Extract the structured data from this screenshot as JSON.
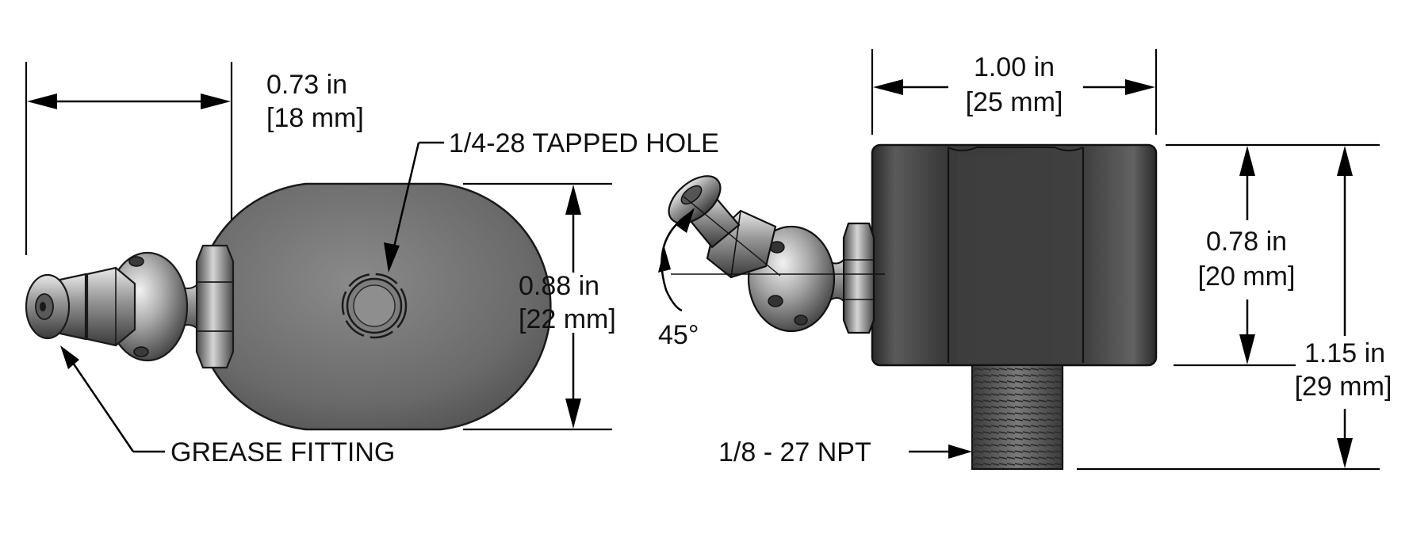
{
  "labels": {
    "fitting_length_in": "0.73 in",
    "fitting_length_mm": "[18 mm]",
    "tapped_hole": "1/4-28 TAPPED HOLE",
    "diameter_in": "0.88 in",
    "diameter_mm": "[22 mm]",
    "grease_fitting": "GREASE FITTING",
    "angle": "45°",
    "width_in": "1.00 in",
    "width_mm": "[25 mm]",
    "body_height_in": "0.78 in",
    "body_height_mm": "[20 mm]",
    "overall_height_in": "1.15 in",
    "overall_height_mm": "[29 mm]",
    "thread": "1/8 - 27 NPT"
  },
  "colors": {
    "line": "#000000",
    "body_dark": "#3c3c3c",
    "disk_face": "#6e6e6e",
    "chrome_light": "#d8d8d8",
    "chrome_dark": "#5a5a5a"
  }
}
